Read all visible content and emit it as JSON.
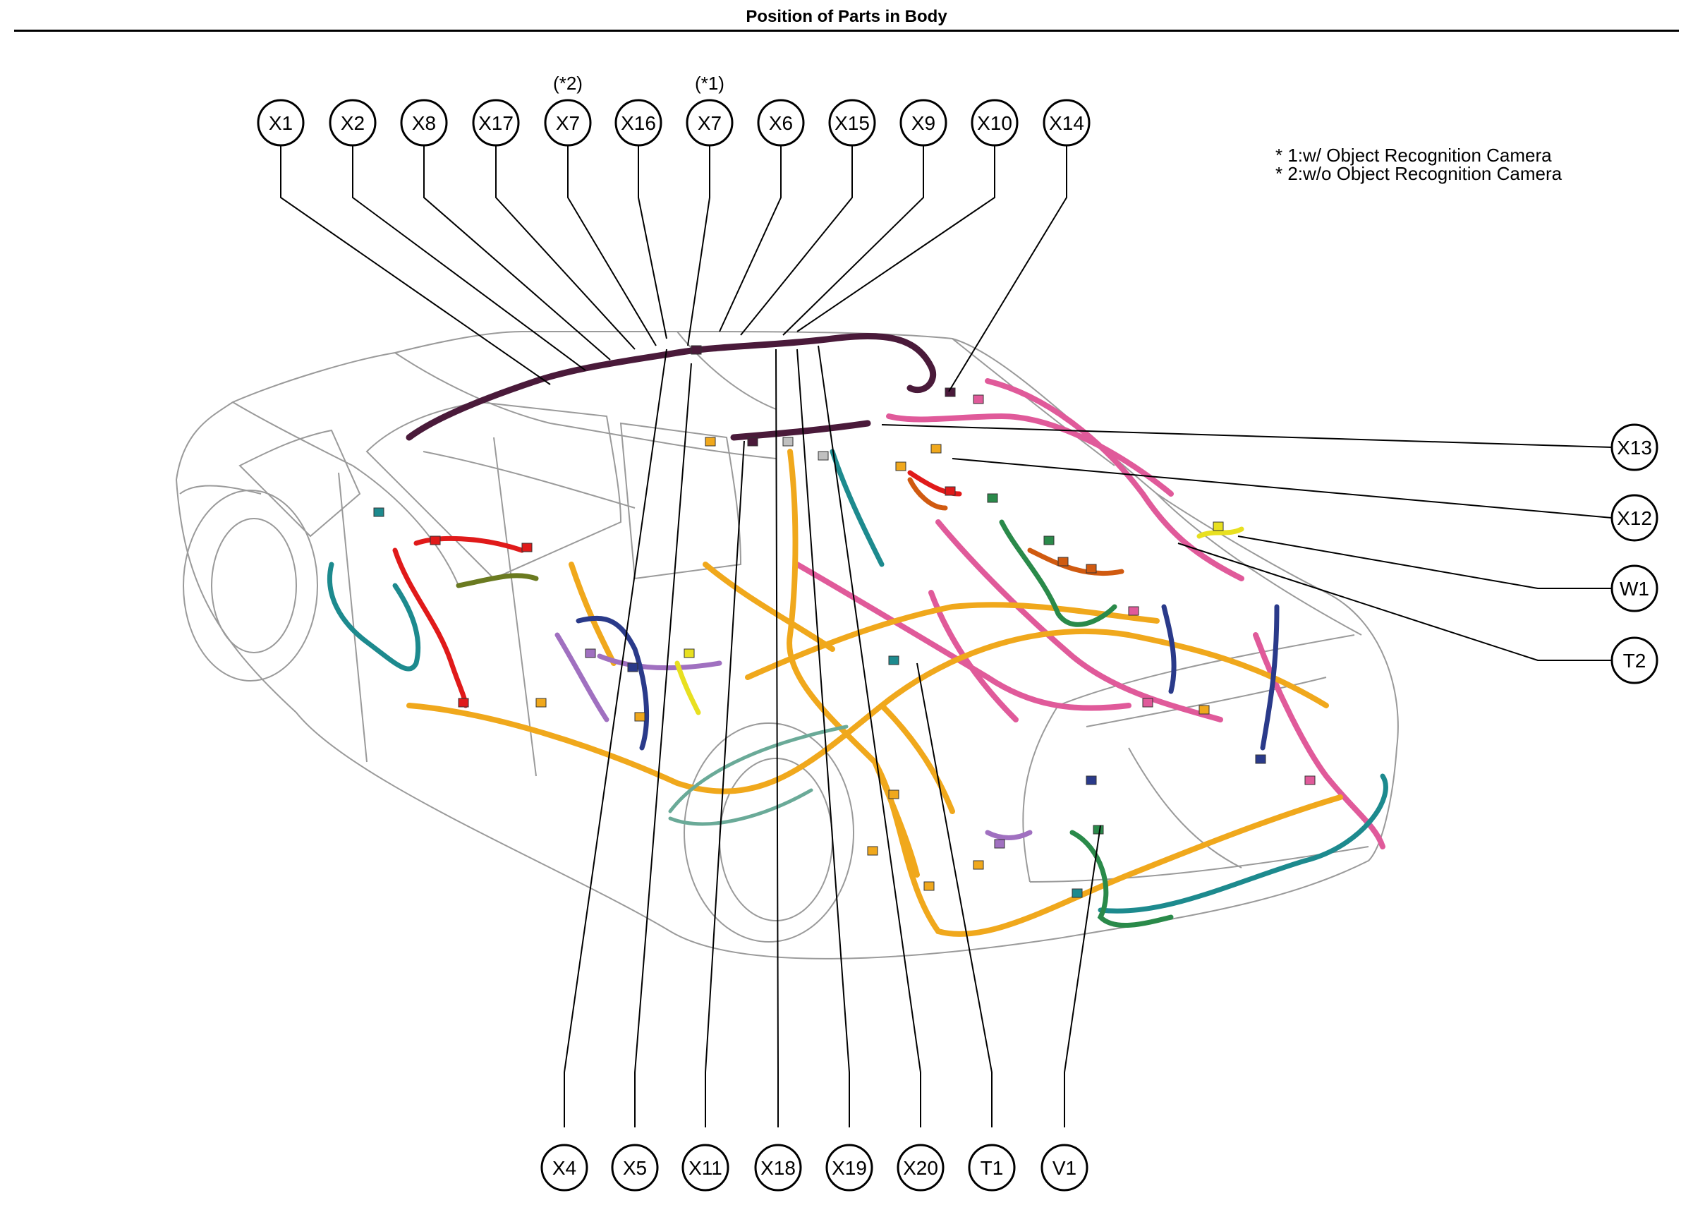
{
  "title": "Position of Parts in Body",
  "legend": [
    "* 1:w/ Object Recognition Camera",
    "* 2:w/o Object Recognition Camera"
  ],
  "callouts": {
    "top": [
      {
        "label": "X1",
        "note": ""
      },
      {
        "label": "X2",
        "note": ""
      },
      {
        "label": "X8",
        "note": ""
      },
      {
        "label": "X17",
        "note": ""
      },
      {
        "label": "X7",
        "note": "(*2)"
      },
      {
        "label": "X16",
        "note": ""
      },
      {
        "label": "X7",
        "note": "(*1)"
      },
      {
        "label": "X6",
        "note": ""
      },
      {
        "label": "X15",
        "note": ""
      },
      {
        "label": "X9",
        "note": ""
      },
      {
        "label": "X10",
        "note": ""
      },
      {
        "label": "X14",
        "note": ""
      }
    ],
    "right": [
      {
        "label": "X13"
      },
      {
        "label": "X12"
      },
      {
        "label": "W1"
      },
      {
        "label": "T2"
      }
    ],
    "bottom": [
      {
        "label": "X4"
      },
      {
        "label": "X5"
      },
      {
        "label": "X11"
      },
      {
        "label": "X18"
      },
      {
        "label": "X19"
      },
      {
        "label": "X20"
      },
      {
        "label": "T1"
      },
      {
        "label": "V1"
      }
    ]
  },
  "colors": {
    "roof_harness": "#4a1a3a",
    "floor_harness": "#f0a81c",
    "pink_harness": "#e05a9a",
    "teal_harness": "#1d8a8e",
    "red_harness": "#e01a1a",
    "green_harness": "#2a8a4a",
    "olive_harness": "#6a7a20",
    "purple_harness": "#a070c0",
    "navy_harness": "#2a3a8a",
    "orange_harness": "#d05a10",
    "yellow_harness": "#e8e020",
    "light_teal_harness": "#6aaa98"
  }
}
